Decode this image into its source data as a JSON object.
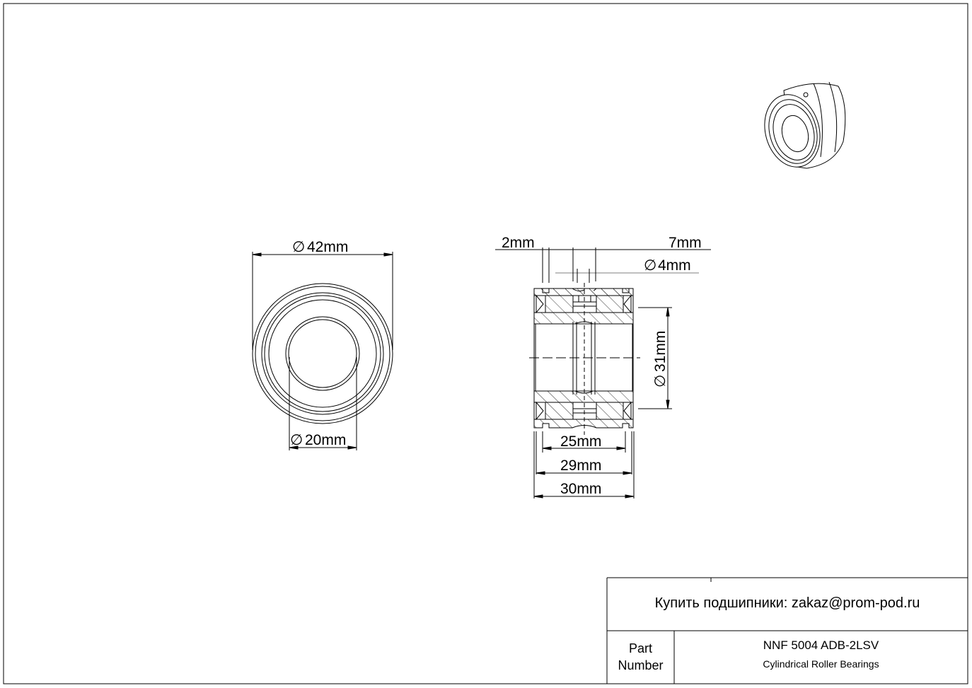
{
  "front_view": {
    "outer_diameter_label": "42mm",
    "inner_diameter_label": "20mm",
    "diameter_symbol": "∅"
  },
  "section_view": {
    "dim_2mm": "2mm",
    "dim_7mm": "7mm",
    "dim_hole": "4mm",
    "dim_31mm": "31mm",
    "dim_25mm": "25mm",
    "dim_29mm": "29mm",
    "dim_30mm": "30mm",
    "diameter_symbol": "∅"
  },
  "title_block": {
    "buy_text": "Купить подшипники: zakaz@prom-pod.ru",
    "part_label_1": "Part",
    "part_label_2": "Number",
    "part_number": "NNF 5004 ADB-2LSV",
    "part_type": "Cylindrical Roller Bearings"
  },
  "colors": {
    "line": "#000000",
    "background": "#ffffff"
  }
}
